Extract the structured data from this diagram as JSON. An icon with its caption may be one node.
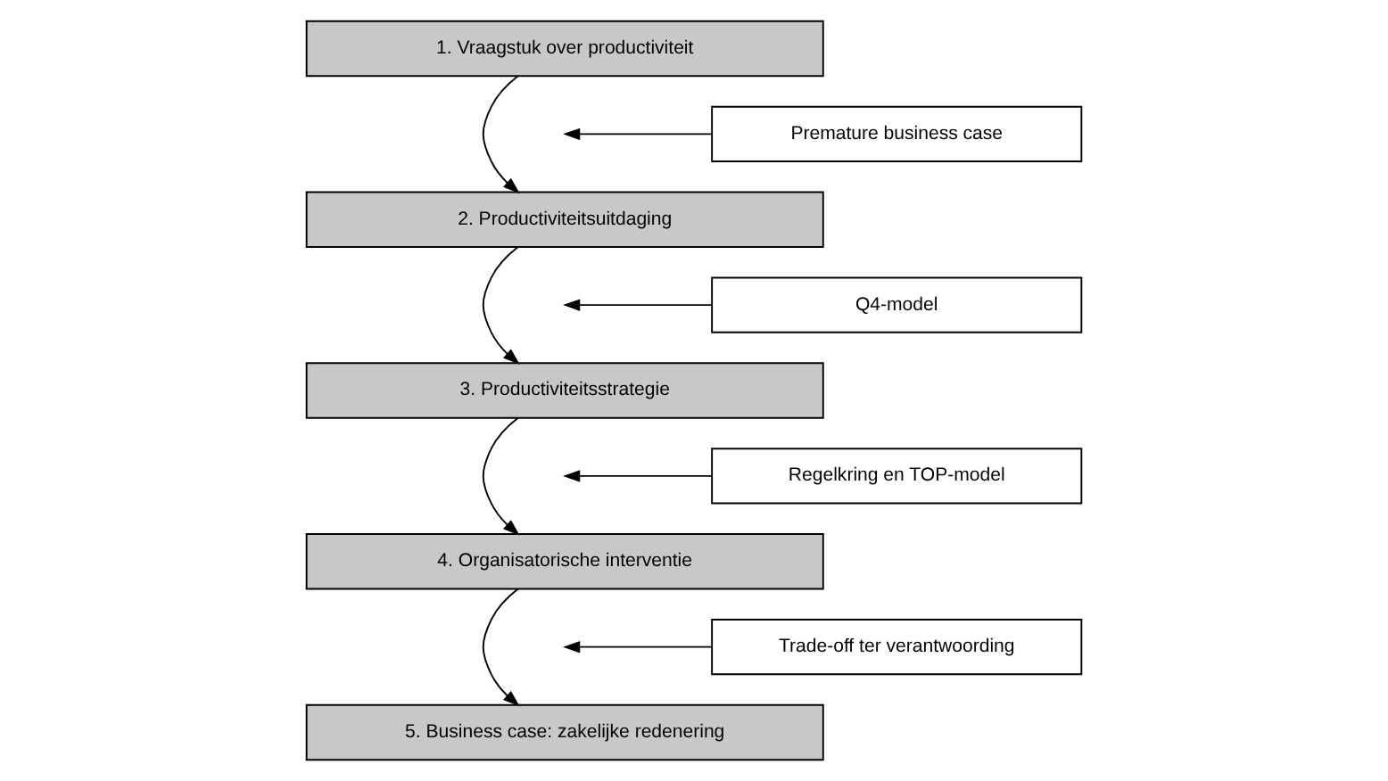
{
  "diagram": {
    "nodes": [
      {
        "text": [
          "1. Vraagstuk over productiviteit"
        ]
      },
      {
        "text": [
          "2. Productiviteitsuitdaging"
        ]
      },
      {
        "text": [
          "3. Productiviteitsstrategie"
        ]
      },
      {
        "text": [
          "4. Organisatorische interventie"
        ]
      },
      {
        "text": [
          "5. Business case: zakelijke redenering"
        ]
      },
      {
        "text": [
          "Premature business case"
        ]
      },
      {
        "text": [
          "Q4-model"
        ]
      },
      {
        "text": [
          "Regelkring en TOP-model"
        ]
      },
      {
        "text": [
          "Trade-off ter verantwoording"
        ]
      }
    ],
    "edges": [
      {
        "from": 0,
        "to": 1,
        "arrow": "to"
      },
      {
        "from": 1,
        "to": 2,
        "arrow": "to"
      },
      {
        "from": 2,
        "to": 3,
        "arrow": "to"
      },
      {
        "from": 3,
        "to": 4,
        "arrow": "to"
      },
      {
        "from": 5,
        "to": null,
        "arrow": "to"
      },
      {
        "from": 6,
        "to": null,
        "arrow": "to"
      },
      {
        "from": 7,
        "to": null,
        "arrow": "to"
      },
      {
        "from": 8,
        "to": null,
        "arrow": "to"
      }
    ]
  }
}
